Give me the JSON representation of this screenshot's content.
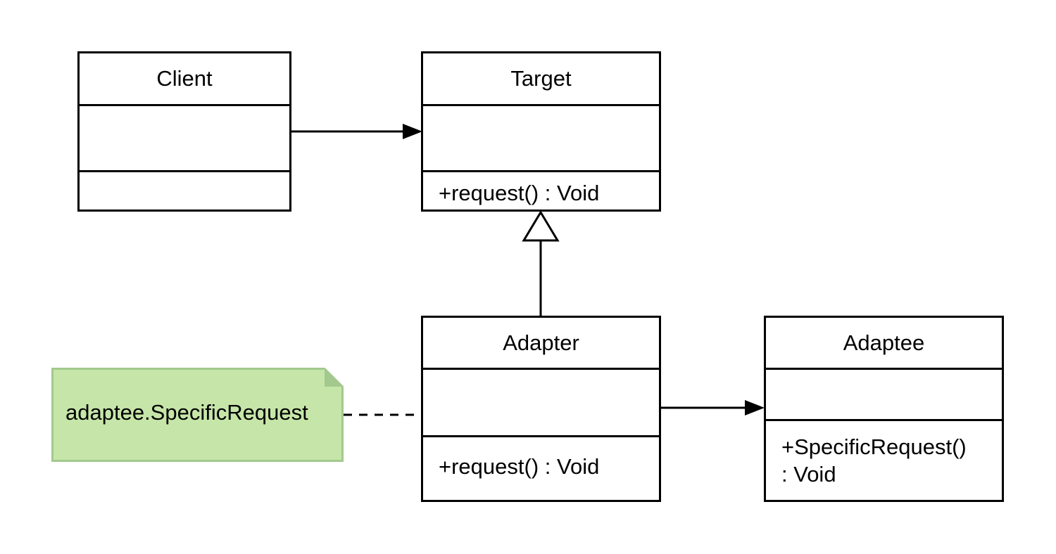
{
  "diagram": {
    "classes": {
      "client": {
        "name": "Client",
        "operations": []
      },
      "target": {
        "name": "Target",
        "operations": [
          "+request() : Void"
        ]
      },
      "adapter": {
        "name": "Adapter",
        "operations": [
          "+request() : Void"
        ]
      },
      "adaptee": {
        "name": "Adaptee",
        "operations": [
          "+SpecificRequest()",
          ": Void"
        ]
      }
    },
    "note": {
      "text": "adaptee.SpecificRequest",
      "fill": "#c6e6a9",
      "stroke": "#a3c98f"
    },
    "relationships": [
      {
        "from": "Client",
        "to": "Target",
        "type": "association"
      },
      {
        "from": "Adapter",
        "to": "Target",
        "type": "generalization"
      },
      {
        "from": "Adapter",
        "to": "Adaptee",
        "type": "association"
      },
      {
        "from": "note",
        "to": "Adapter",
        "type": "note-anchor"
      }
    ]
  }
}
